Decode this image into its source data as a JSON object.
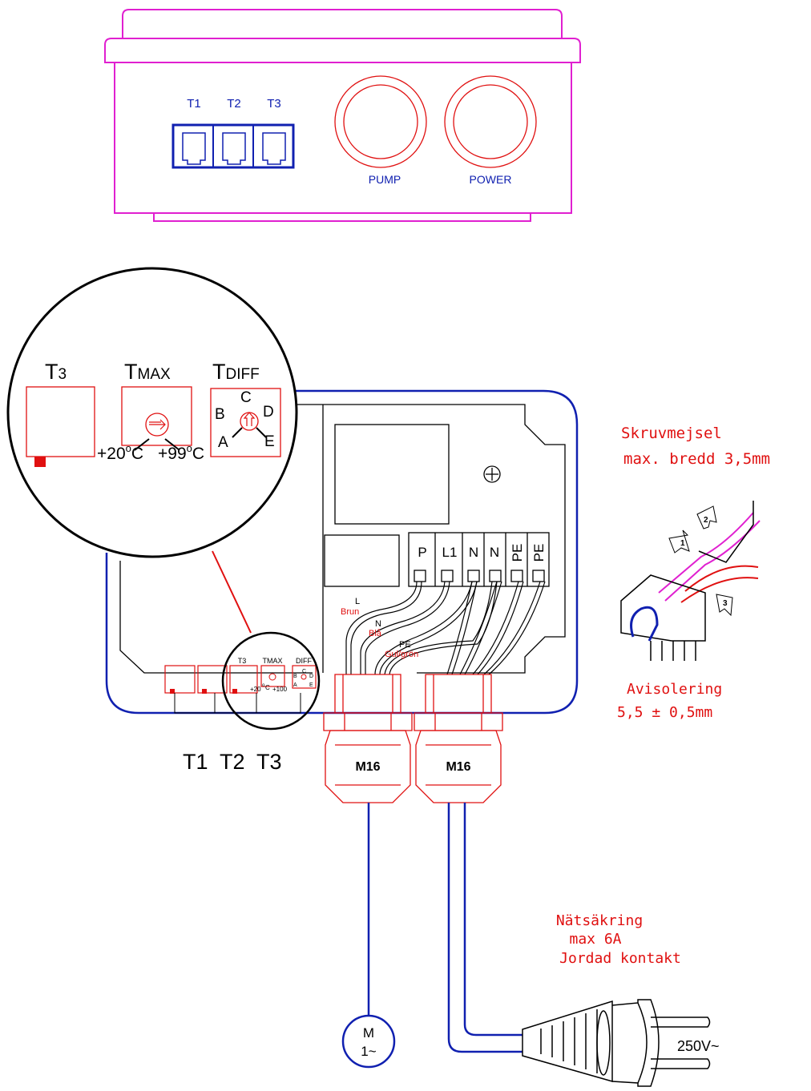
{
  "front_panel": {
    "sensor_labels": [
      "T1",
      "T2",
      "T3"
    ],
    "pump_label": "PUMP",
    "power_label": "POWER"
  },
  "zoom": {
    "t3_label": "T",
    "t3_sub": "3",
    "tmax_label": "T",
    "tmax_sub": "MAX",
    "tdiff_label": "T",
    "tdiff_sub": "DIFF",
    "tmax_min": "+20",
    "tmax_min_unit": "C",
    "tmax_max": "+99",
    "tmax_max_unit": "C",
    "deg": "o",
    "diff_positions": [
      "A",
      "B",
      "C",
      "D",
      "E"
    ]
  },
  "small_panel": {
    "t3": "T3",
    "tmax": "TMAX",
    "diff": "DIFF",
    "min": "+20",
    "min_unit": "C",
    "max": "+100",
    "deg": "o",
    "positions": [
      "A",
      "B",
      "C",
      "D",
      "E"
    ]
  },
  "terminals": [
    "P",
    "L1",
    "N",
    "N",
    "PE",
    "PE"
  ],
  "wires": {
    "l": "L",
    "l_color": "Brun",
    "n": "N",
    "n_color": "Blå",
    "pe": "PE",
    "pe_color": "Gul/grön"
  },
  "sensor_bottom_label": "T1  T2  T3",
  "glands": [
    "M16",
    "M16"
  ],
  "motor": {
    "m": "M",
    "phase": "1~"
  },
  "notes": {
    "screwdriver_1": "Skruvmejsel",
    "screwdriver_2": "max. bredd 3,5mm",
    "strip_1": "Avisolering",
    "strip_2": "5,5 ± 0,5mm",
    "fuse_1": "Nätsäkring",
    "fuse_2": "max 6A",
    "fuse_3": "Jordad kontakt"
  },
  "steps": [
    "1",
    "2",
    "3"
  ],
  "voltage": "250V~",
  "colors": {
    "magenta": "#e020d0",
    "blue": "#1020b0",
    "red": "#e01010",
    "black": "#000000"
  }
}
